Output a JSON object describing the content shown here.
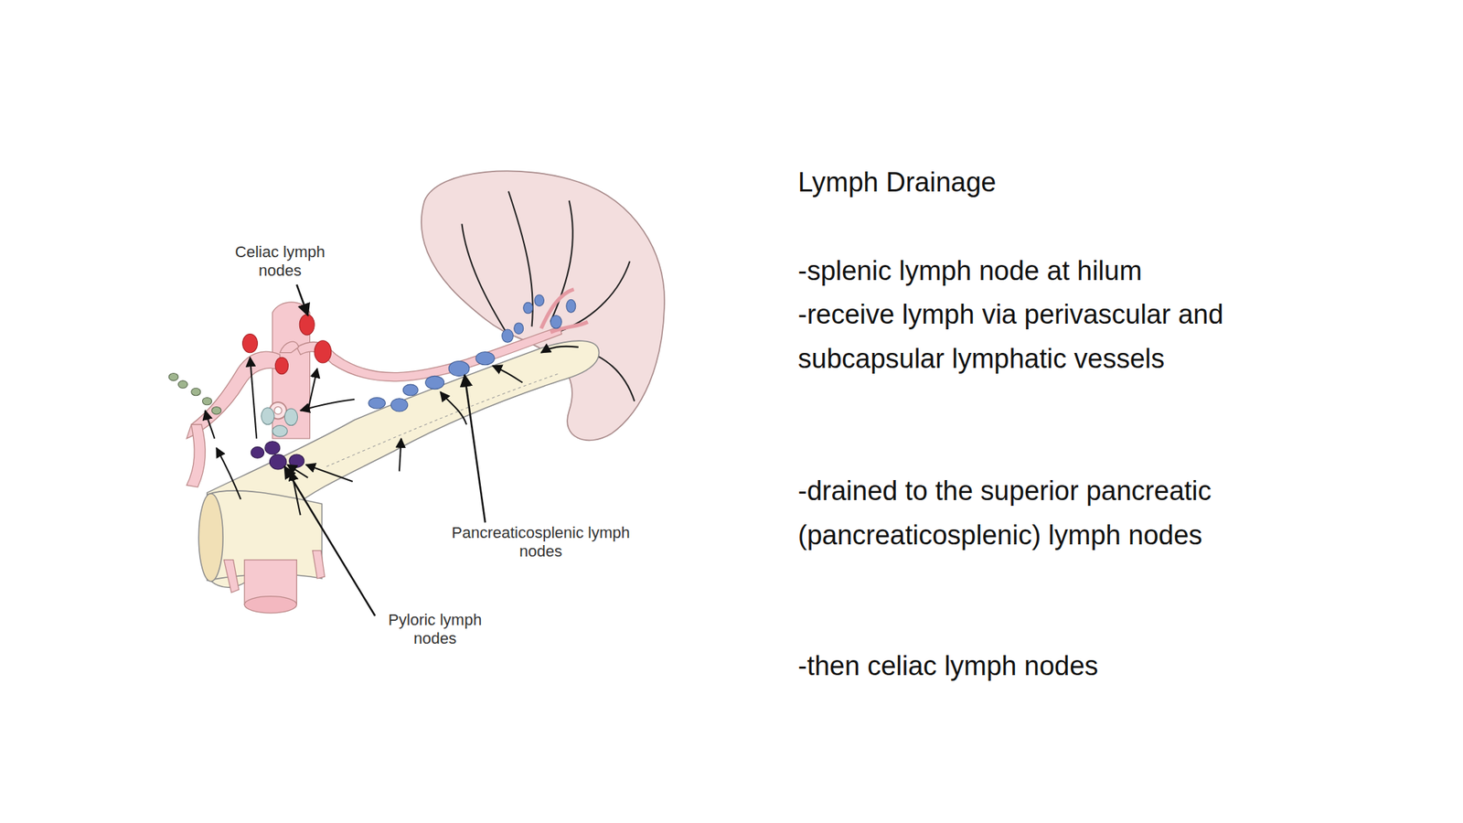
{
  "diagram": {
    "title": "Lymph Drainage",
    "labels": [
      "Celiac lymph nodes",
      "Pancreaticosplenic lymph nodes",
      "Pyloric lymph nodes",
      "-splenic lymph node at hilum",
      "-receive lymph via perivascular and subcapsular lymphatic vessels",
      "-drained to the superior pancreatic (pancreaticosplenic) lymph nodes",
      "-then celiac lymph nodes"
    ]
  }
}
